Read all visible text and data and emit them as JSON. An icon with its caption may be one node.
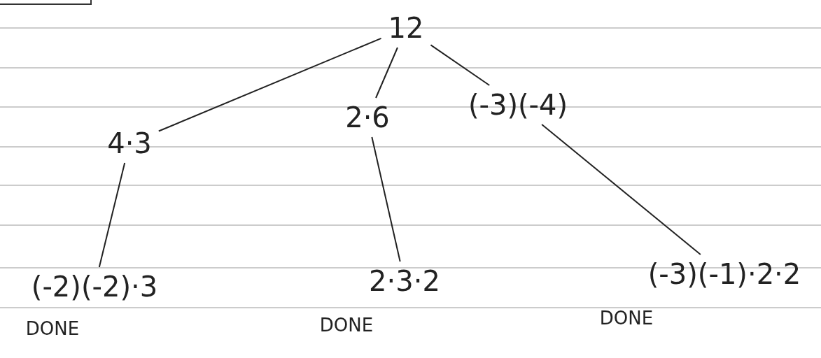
{
  "diagram": {
    "nodes": [
      {
        "text": [
          "12"
        ]
      },
      {
        "text": [
          "4·3"
        ]
      },
      {
        "text": [
          "2·6"
        ]
      },
      {
        "text": [
          "(-3)(-4)"
        ]
      },
      {
        "text": [
          "(-2)(-2)·3"
        ]
      },
      {
        "text": [
          "2·3·2"
        ]
      },
      {
        "text": [
          "(-3)(-1)·2·2"
        ]
      }
    ],
    "edges": [
      {
        "from": 0,
        "to": 1,
        "arrow": "none"
      },
      {
        "from": 0,
        "to": 2,
        "arrow": "none"
      },
      {
        "from": 0,
        "to": 3,
        "arrow": "none"
      },
      {
        "from": 1,
        "to": 4,
        "arrow": "none"
      },
      {
        "from": 2,
        "to": 5,
        "arrow": "none"
      },
      {
        "from": 3,
        "to": 6,
        "arrow": "none"
      }
    ],
    "labels": [
      "DONE",
      "DONE",
      "DONE"
    ]
  }
}
